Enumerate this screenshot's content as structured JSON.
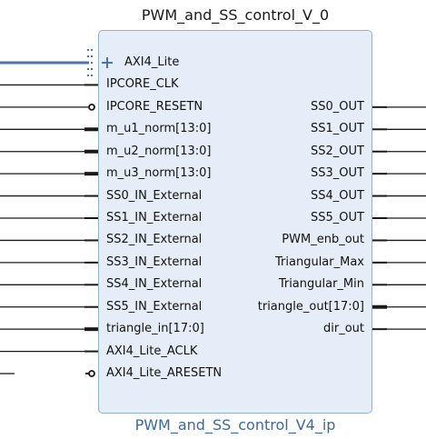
{
  "block": {
    "instance_name": "PWM_and_SS_control_V_0",
    "ip_name": "PWM_and_SS_control_V4_ip"
  },
  "colors": {
    "block_fill": "#e5eef8",
    "block_border": "#8fb2d7",
    "wire": "#1a1a1a",
    "bus_wire": "#4a73b3",
    "ip_name_text": "#3a6aa3"
  },
  "left_pins": [
    {
      "label": "AXI4_Lite",
      "kind": "interface"
    },
    {
      "label": "IPCORE_CLK",
      "kind": "wire"
    },
    {
      "label": "IPCORE_RESETN",
      "kind": "active-low"
    },
    {
      "label": "m_u1_norm[13:0]",
      "kind": "vector"
    },
    {
      "label": "m_u2_norm[13:0]",
      "kind": "vector"
    },
    {
      "label": "m_u3_norm[13:0]",
      "kind": "vector"
    },
    {
      "label": "SS0_IN_External",
      "kind": "wire"
    },
    {
      "label": "SS1_IN_External",
      "kind": "wire"
    },
    {
      "label": "SS2_IN_External",
      "kind": "wire"
    },
    {
      "label": "SS3_IN_External",
      "kind": "wire"
    },
    {
      "label": "SS4_IN_External",
      "kind": "wire"
    },
    {
      "label": "SS5_IN_External",
      "kind": "wire"
    },
    {
      "label": "triangle_in[17:0]",
      "kind": "vector"
    },
    {
      "label": "AXI4_Lite_ACLK",
      "kind": "wire"
    },
    {
      "label": "AXI4_Lite_ARESETN",
      "kind": "active-low-unconnected"
    }
  ],
  "right_pins": [
    {
      "label": "SS0_OUT",
      "kind": "wire"
    },
    {
      "label": "SS1_OUT",
      "kind": "wire"
    },
    {
      "label": "SS2_OUT",
      "kind": "wire"
    },
    {
      "label": "SS3_OUT",
      "kind": "wire"
    },
    {
      "label": "SS4_OUT",
      "kind": "wire"
    },
    {
      "label": "SS5_OUT",
      "kind": "wire"
    },
    {
      "label": "PWM_enb_out",
      "kind": "wire"
    },
    {
      "label": "Triangular_Max",
      "kind": "wire"
    },
    {
      "label": "Triangular_Min",
      "kind": "wire"
    },
    {
      "label": "triangle_out[17:0]",
      "kind": "vector"
    },
    {
      "label": "dir_out",
      "kind": "wire"
    }
  ]
}
